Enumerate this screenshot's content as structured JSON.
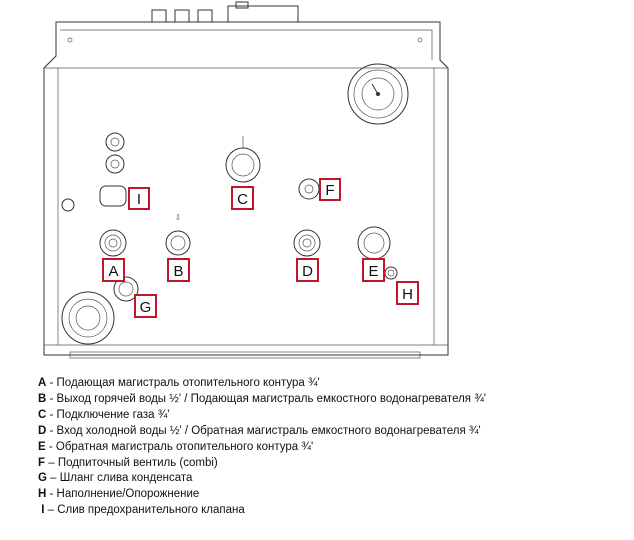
{
  "callouts": [
    {
      "letter": "A",
      "description": " - Подающая магистраль отопительного контура ¾'"
    },
    {
      "letter": "B",
      "description": " - Выход горячей воды ½' / Подающая магистраль емкостного водонагревателя ¾'"
    },
    {
      "letter": "C",
      "description": " - Подключение газа ¾'"
    },
    {
      "letter": "D",
      "description": " - Вход холодной воды ½' / Обратная магистраль емкостного водонагревателя ¾'"
    },
    {
      "letter": "E",
      "description": " - Обратная магистраль отопительного контура ¾'"
    },
    {
      "letter": "F",
      "description": " – Подпиточный вентиль (combi)"
    },
    {
      "letter": "G",
      "description": " – Шланг слива конденсата"
    },
    {
      "letter": "H",
      "description": " - Наполнение/Опорожнение"
    },
    {
      "letter": "I",
      "description": " – Слив предохранительного клапана"
    }
  ],
  "colors": {
    "callout_border": "#c0182a",
    "drawing_line": "#333333"
  }
}
